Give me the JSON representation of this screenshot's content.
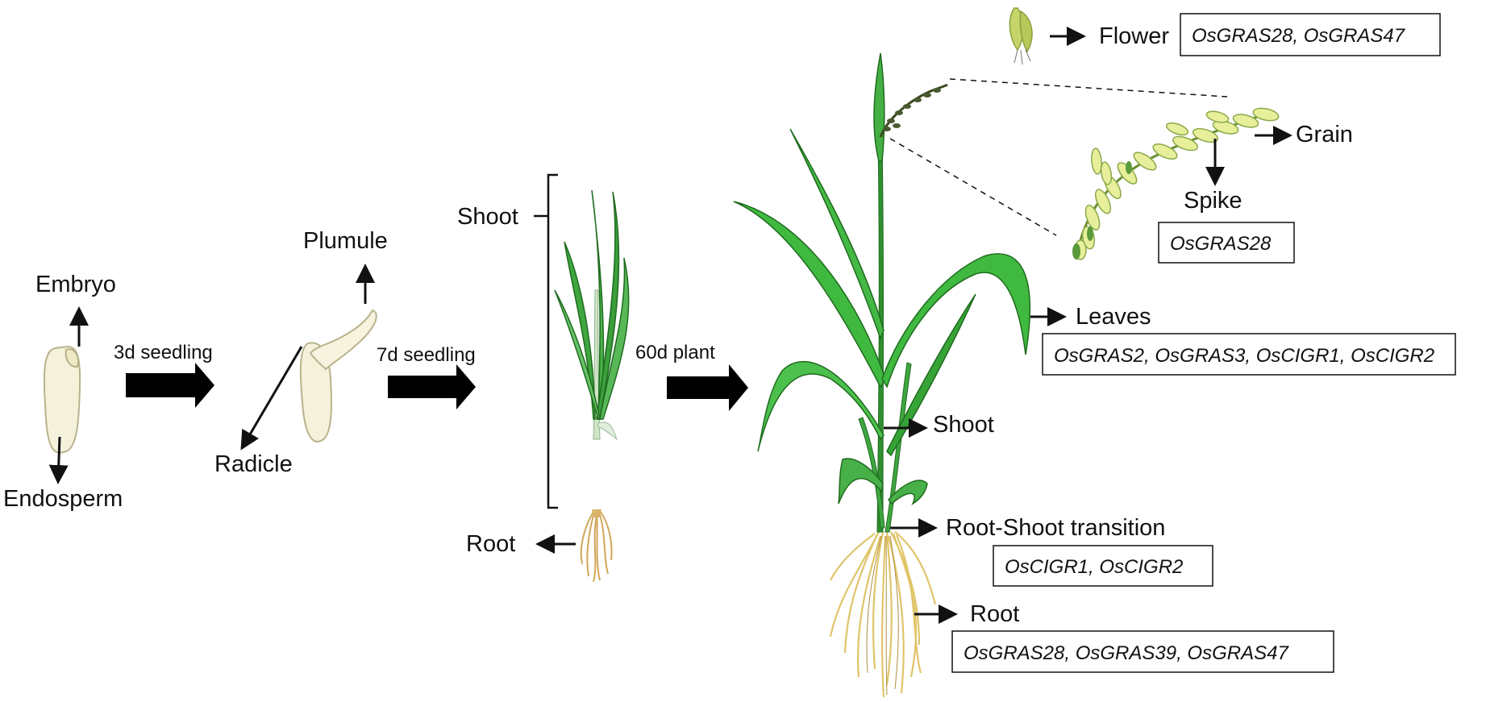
{
  "labels": {
    "embryo": "Embryo",
    "endosperm": "Endosperm",
    "plumule": "Plumule",
    "radicle": "Radicle",
    "shoot_7d": "Shoot",
    "root_7d": "Root",
    "flower": "Flower",
    "grain": "Grain",
    "spike": "Spike",
    "leaves": "Leaves",
    "shoot_60d": "Shoot",
    "root_shoot_transition": "Root-Shoot transition",
    "root_60d": "Root"
  },
  "stages": {
    "s1": "3d seedling",
    "s2": "7d seedling",
    "s3": "60d plant"
  },
  "genes": {
    "flower": "OsGRAS28, OsGRAS47",
    "spike": "OsGRAS28",
    "leaves": "OsGRAS2, OsGRAS3, OsCIGR1, OsCIGR2",
    "root_shoot_transition": "OsCIGR1, OsCIGR2",
    "root": "OsGRAS28, OsGRAS39, OsGRAS47"
  },
  "colors": {
    "leaf": "#3fb93f",
    "leaf_dark": "#1f6b1f",
    "root": "#e8d27a",
    "seed": "#f5f2dc",
    "panicle": "#e7ef9b"
  }
}
